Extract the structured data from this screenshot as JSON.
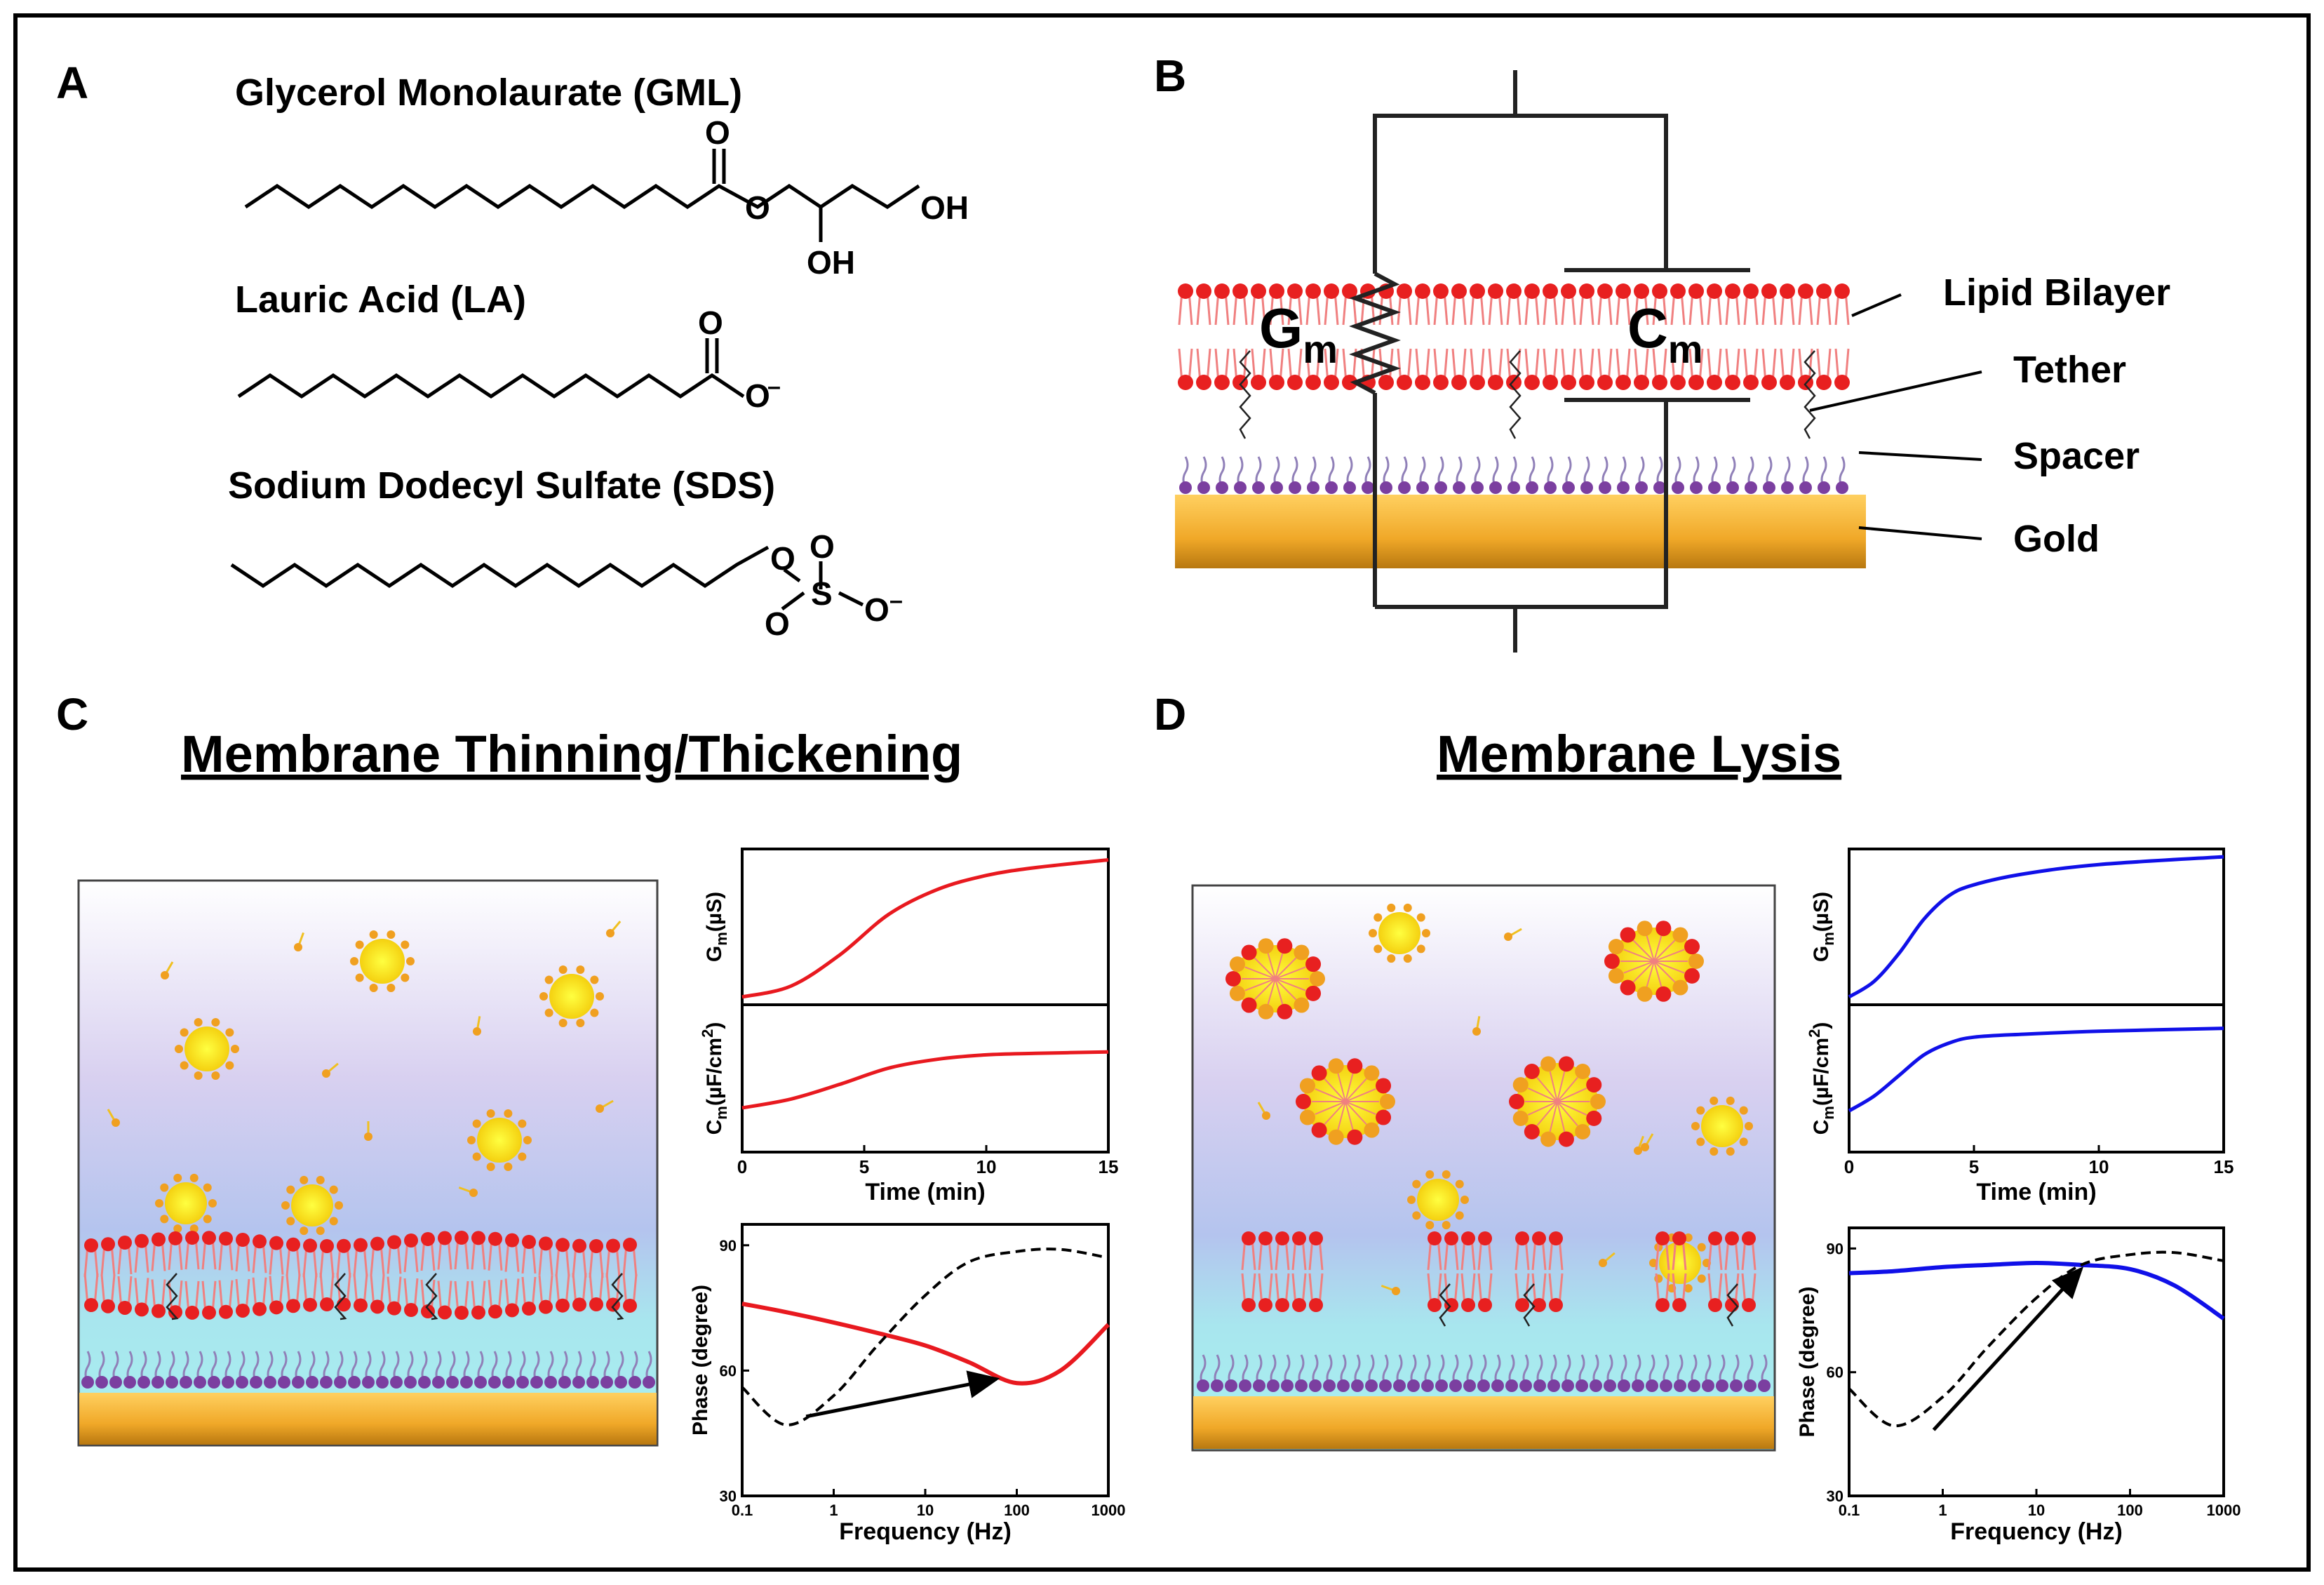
{
  "panels": {
    "A": {
      "letter": "A",
      "molecules": [
        {
          "name": "Glycerol Monolaurate (GML)",
          "groups": [
            "O",
            "O",
            "OH",
            "OH"
          ]
        },
        {
          "name": "Lauric Acid (LA)",
          "groups": [
            "O",
            "O",
            "–"
          ]
        },
        {
          "name": "Sodium Dodecyl Sulfate (SDS)",
          "groups": [
            "O",
            "S",
            "O",
            "O",
            "O",
            "–"
          ]
        }
      ]
    },
    "B": {
      "letter": "B",
      "gm_main": "G",
      "gm_sub": "m",
      "cm_main": "C",
      "cm_sub": "m",
      "labels": [
        "Lipid Bilayer",
        "Tether",
        "Spacer",
        "Gold"
      ]
    },
    "C": {
      "letter": "C",
      "title": "Membrane Thinning/Thickening",
      "gm_axis": "G",
      "gm_axis_sub": "m",
      "gm_axis_unit": "(µS)",
      "cm_axis": "C",
      "cm_axis_sub": "m",
      "cm_axis_unit": "(µF/cm",
      "cm_axis_sup": "2",
      "cm_axis_close": ")",
      "time_ticks": [
        "0",
        "5",
        "10",
        "15"
      ],
      "time_label": "Time (min)",
      "phase_label": "Phase (degree)",
      "phase_ticks": [
        "30",
        "60",
        "90"
      ],
      "freq_ticks": [
        "0.1",
        "1",
        "10",
        "100",
        "1000"
      ],
      "freq_label": "Frequency (Hz)"
    },
    "D": {
      "letter": "D",
      "title": "Membrane Lysis",
      "gm_axis": "G",
      "gm_axis_sub": "m",
      "gm_axis_unit": "(µS)",
      "cm_axis": "C",
      "cm_axis_sub": "m",
      "cm_axis_unit": "(µF/cm",
      "cm_axis_sup": "2",
      "cm_axis_close": ")",
      "time_ticks": [
        "0",
        "5",
        "10",
        "15"
      ],
      "time_label": "Time (min)",
      "phase_label": "Phase (degree)",
      "phase_ticks": [
        "30",
        "60",
        "90"
      ],
      "freq_ticks": [
        "0.1",
        "1",
        "10",
        "100",
        "1000"
      ],
      "freq_label": "Frequency (Hz)"
    }
  },
  "chart_data": [
    {
      "panel": "C",
      "type": "line",
      "ylabel": "Gm (µS)",
      "xlabel": "Time (min)",
      "xlim": [
        0,
        15
      ],
      "x": [
        0,
        2,
        4,
        6,
        8,
        10,
        12,
        15
      ],
      "series": [
        {
          "color": "#e8191f",
          "values": [
            0.05,
            0.12,
            0.32,
            0.58,
            0.74,
            0.83,
            0.88,
            0.93
          ]
        }
      ]
    },
    {
      "panel": "C",
      "type": "line",
      "ylabel": "Cm (µF/cm2)",
      "xlabel": "Time (min)",
      "xlim": [
        0,
        15
      ],
      "x": [
        0,
        2,
        4,
        6,
        8,
        10,
        12,
        15
      ],
      "series": [
        {
          "color": "#e8191f",
          "values": [
            0.3,
            0.36,
            0.46,
            0.57,
            0.63,
            0.66,
            0.67,
            0.68
          ]
        }
      ]
    },
    {
      "panel": "C",
      "type": "line",
      "xscale": "log",
      "xlabel": "Frequency (Hz)",
      "ylabel": "Phase (degree)",
      "ylim": [
        30,
        95
      ],
      "xlim": [
        0.1,
        1000
      ],
      "x": [
        0.1,
        0.3,
        1,
        3,
        10,
        30,
        100,
        300,
        1000
      ],
      "series": [
        {
          "color": "#e8191f",
          "values": [
            76,
            74,
            71.5,
            69,
            66,
            62,
            57,
            60,
            71
          ]
        },
        {
          "color": "#000000",
          "dashed": true,
          "values": [
            56,
            47,
            54,
            66,
            78,
            86,
            88.5,
            89,
            87
          ]
        }
      ]
    },
    {
      "panel": "D",
      "type": "line",
      "ylabel": "Gm (µS)",
      "xlabel": "Time (min)",
      "xlim": [
        0,
        15
      ],
      "x": [
        0,
        1,
        2,
        3,
        4,
        5,
        7,
        10,
        15
      ],
      "series": [
        {
          "color": "#1010e8",
          "values": [
            0.05,
            0.15,
            0.33,
            0.55,
            0.7,
            0.77,
            0.84,
            0.9,
            0.95
          ]
        }
      ]
    },
    {
      "panel": "D",
      "type": "line",
      "ylabel": "Cm (µF/cm2)",
      "xlabel": "Time (min)",
      "xlim": [
        0,
        15
      ],
      "x": [
        0,
        1,
        2,
        3,
        4,
        5,
        7,
        10,
        15
      ],
      "series": [
        {
          "color": "#1010e8",
          "values": [
            0.28,
            0.38,
            0.52,
            0.66,
            0.74,
            0.78,
            0.8,
            0.82,
            0.84
          ]
        }
      ]
    },
    {
      "panel": "D",
      "type": "line",
      "xscale": "log",
      "xlabel": "Frequency (Hz)",
      "ylabel": "Phase (degree)",
      "ylim": [
        30,
        95
      ],
      "xlim": [
        0.1,
        1000
      ],
      "x": [
        0.1,
        0.3,
        1,
        3,
        10,
        30,
        100,
        300,
        1000
      ],
      "series": [
        {
          "color": "#1010e8",
          "values": [
            84,
            84.5,
            85.5,
            86,
            86.5,
            86,
            85,
            81,
            73
          ]
        },
        {
          "color": "#000000",
          "dashed": true,
          "values": [
            56,
            47,
            54,
            66,
            78,
            86,
            88.5,
            89,
            87
          ]
        }
      ]
    }
  ]
}
